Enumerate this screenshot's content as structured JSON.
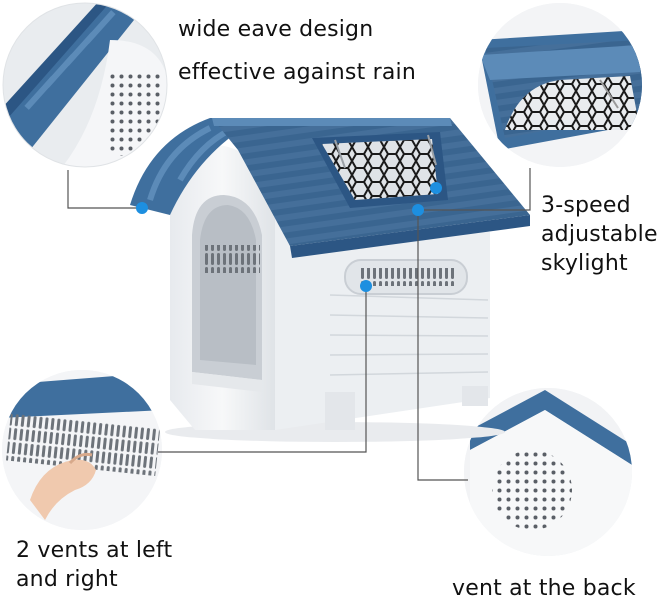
{
  "captions": {
    "eave_line1": "wide eave design",
    "eave_line2": "effective against rain",
    "skylight_line1": "3-speed",
    "skylight_line2": "adjustable",
    "skylight_line3": "skylight",
    "vents_line1": "2 vents at left",
    "vents_line2": "and right",
    "back_vent": "vent at the back"
  },
  "colors": {
    "roof_blue": "#3f6f9e",
    "roof_dark": "#2c5684",
    "roof_light": "#5c8bb8",
    "body_white": "#f2f4f6",
    "body_shade": "#d9dde2",
    "marker_blue": "#1d8fe0",
    "line_gray": "#555555"
  }
}
